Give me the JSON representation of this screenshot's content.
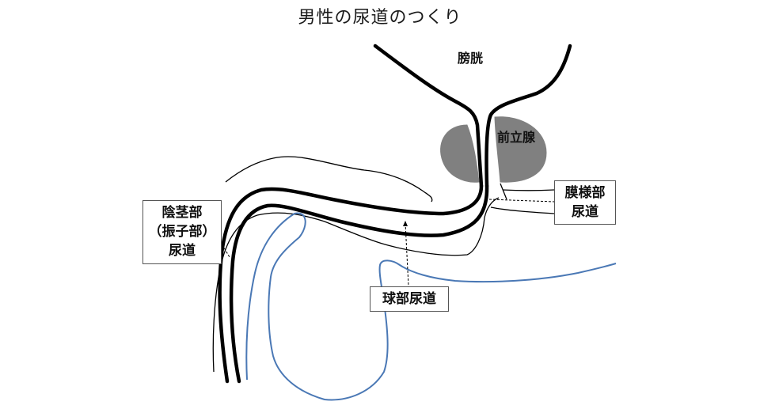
{
  "title": "男性の尿道のつくり",
  "organs": {
    "bladder": "膀胱",
    "prostate": "前立腺"
  },
  "callouts": {
    "penile": [
      "陰茎部",
      "（振子部）",
      "尿道"
    ],
    "membranous": [
      "膜様部",
      "尿道"
    ],
    "bulbar": "球部尿道"
  },
  "colors": {
    "urethra": "#000000",
    "outline": "#111111",
    "prostate": "#808080",
    "scrotum": "#4a78b5"
  }
}
